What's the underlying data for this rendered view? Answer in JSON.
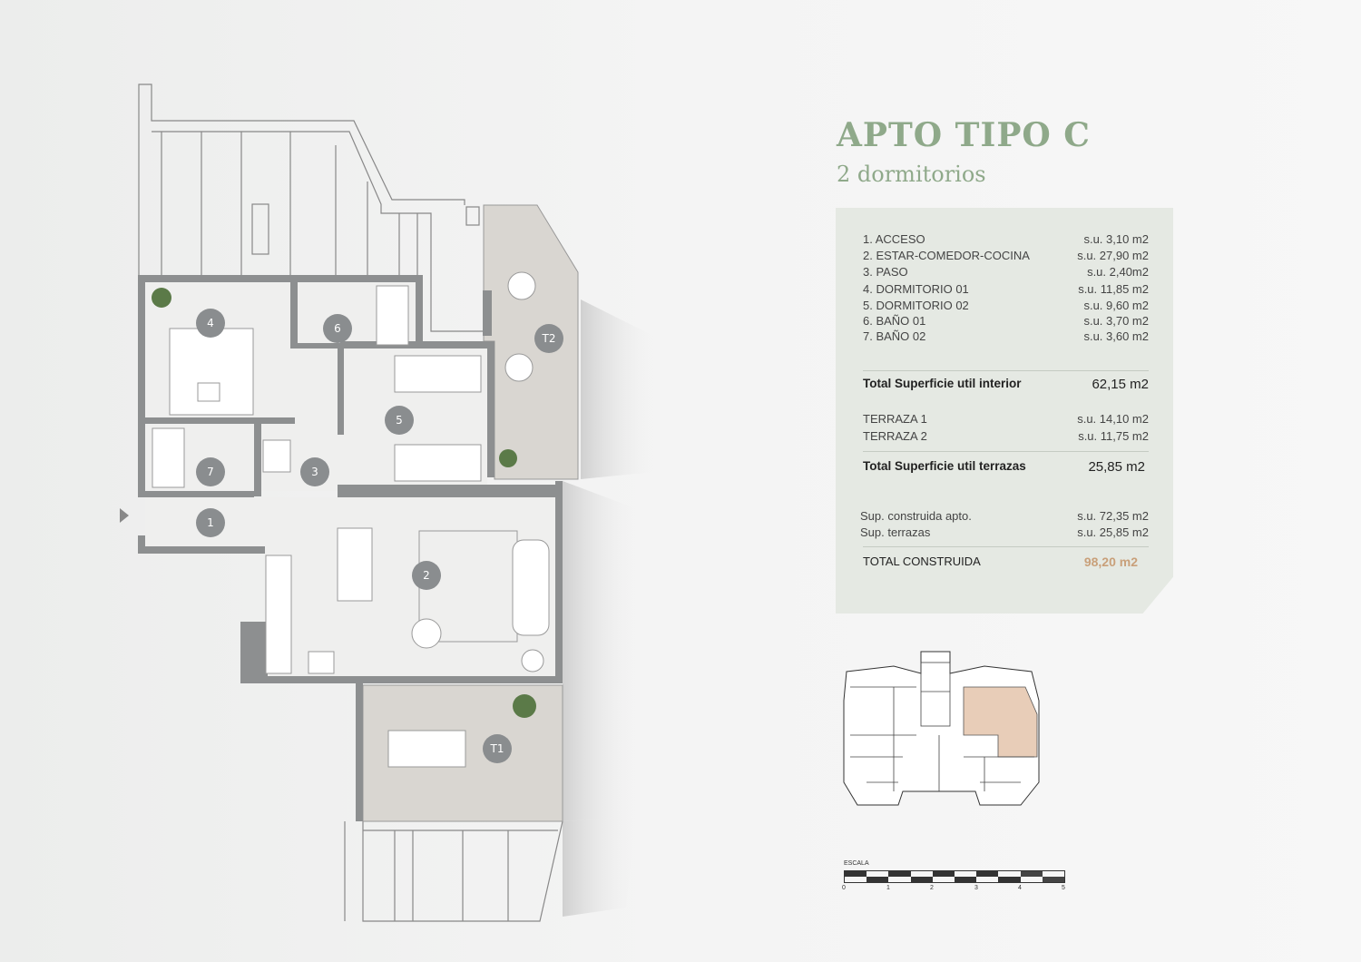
{
  "header": {
    "title": "APTO TIPO C",
    "subtitle": "2 dormitorios"
  },
  "rooms": [
    {
      "label": "1. ACCESO",
      "value": "s.u.  3,10 m2"
    },
    {
      "label": "2. ESTAR-COMEDOR-COCINA",
      "value": "s.u. 27,90 m2"
    },
    {
      "label": "3. PASO",
      "value": "s.u.  2,40m2"
    },
    {
      "label": "4. DORMITORIO 01",
      "value": "s.u. 11,85 m2"
    },
    {
      "label": "5. DORMITORIO 02",
      "value": "s.u.  9,60 m2"
    },
    {
      "label": "6. BAÑO 01",
      "value": "s.u.  3,70 m2"
    },
    {
      "label": "7. BAÑO 02",
      "value": "s.u.  3,60 m2"
    }
  ],
  "total_interior": {
    "label": "Total Superficie util interior",
    "value": "62,15 m2"
  },
  "terraces": [
    {
      "label": "TERRAZA 1",
      "value": "s.u. 14,10 m2"
    },
    {
      "label": "TERRAZA 2",
      "value": "s.u. 11,75 m2"
    }
  ],
  "total_terraces": {
    "label": "Total Superficie util terrazas",
    "value": "25,85 m2"
  },
  "built": [
    {
      "label": "Sup. construida apto.",
      "value": "s.u. 72,35 m2"
    },
    {
      "label": "Sup. terrazas",
      "value": "s.u. 25,85 m2"
    }
  ],
  "total_built": {
    "label": "TOTAL CONSTRUIDA",
    "value": "98,20 m2"
  },
  "plan_markers": [
    "1",
    "2",
    "3",
    "4",
    "5",
    "6",
    "7",
    "T1",
    "T2"
  ],
  "scale": {
    "label": "ESCALA",
    "ticks": [
      "0",
      "1",
      "2",
      "3",
      "4",
      "5"
    ]
  },
  "colors": {
    "accent": "#8fa98a",
    "highlight": "#c9a07a",
    "panel": "#e5e9e3",
    "wall": "#8d8f90",
    "terrace": "#d9d6d1",
    "keyplan_unit": "#e8cdb8"
  }
}
